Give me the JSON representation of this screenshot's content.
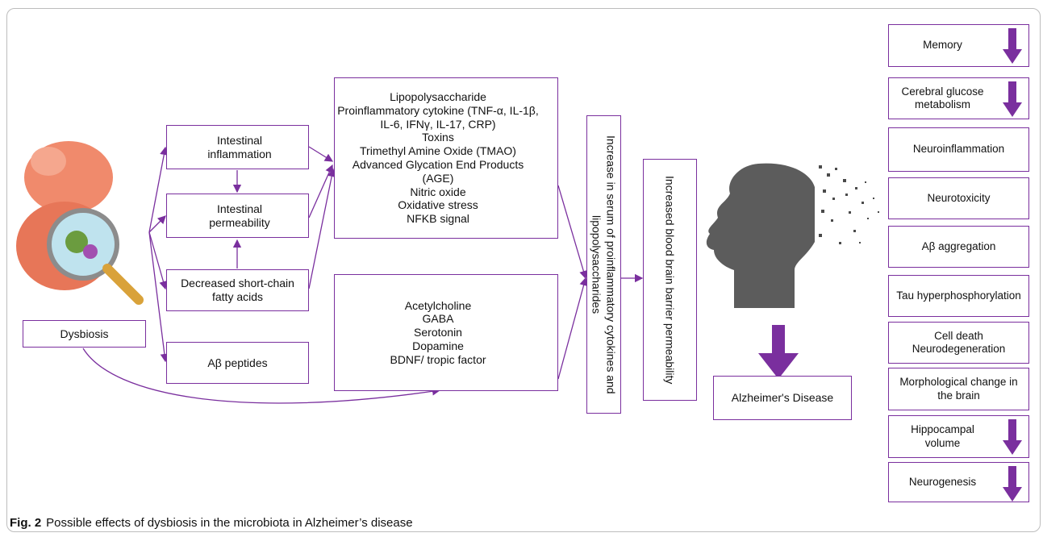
{
  "colors": {
    "accent": "#7a2f9e",
    "line": "#7a2f9e",
    "frame": "#bdbdbd"
  },
  "caption": {
    "label": "Fig. 2",
    "text": "Possible effects of dysbiosis in the microbiota in Alzheimer’s disease"
  },
  "dysbiosis": "Dysbiosis",
  "gut": {
    "inflammation": "Intestinal inflammation",
    "permeability": "Intestinal permeability",
    "scfa": "Decreased short-chain fatty acids",
    "abeta": "Aβ peptides"
  },
  "increased_factors": [
    "Lipopolysaccharide",
    "Proinflammatory cytokine (TNF-α, IL-1β, IL-6, IFNγ, IL-17, CRP)",
    "Toxins",
    "Trimethyl Amine Oxide (TMAO)",
    "Advanced Glycation End Products (AGE)",
    "Nitric oxide",
    "Oxidative stress",
    "NFKB signal"
  ],
  "decreased_factors": [
    "Acetylcholine",
    "GABA",
    "Serotonin",
    "Dopamine",
    "BDNF/ tropic factor"
  ],
  "serum": "Increase in serum of proinflammatory cytokines and lipopolysaccharides",
  "bbb": "Increased blood brain barrier permeability",
  "outcome": "Alzheimer's Disease",
  "effects": [
    {
      "label": "Memory",
      "down": true
    },
    {
      "label": "Cerebral glucose metabolism",
      "down": true
    },
    {
      "label": "Neuroinflammation",
      "down": false
    },
    {
      "label": "Neurotoxicity",
      "down": false
    },
    {
      "label": "Aβ aggregation",
      "down": false
    },
    {
      "label": "Tau hyperphosphorylation",
      "down": false
    },
    {
      "label": "Cell death Neurodegeneration",
      "down": false
    },
    {
      "label": "Morphological change in the brain",
      "down": false
    },
    {
      "label": "Hippocampal volume",
      "down": true
    },
    {
      "label": "Neurogenesis",
      "down": true
    }
  ]
}
